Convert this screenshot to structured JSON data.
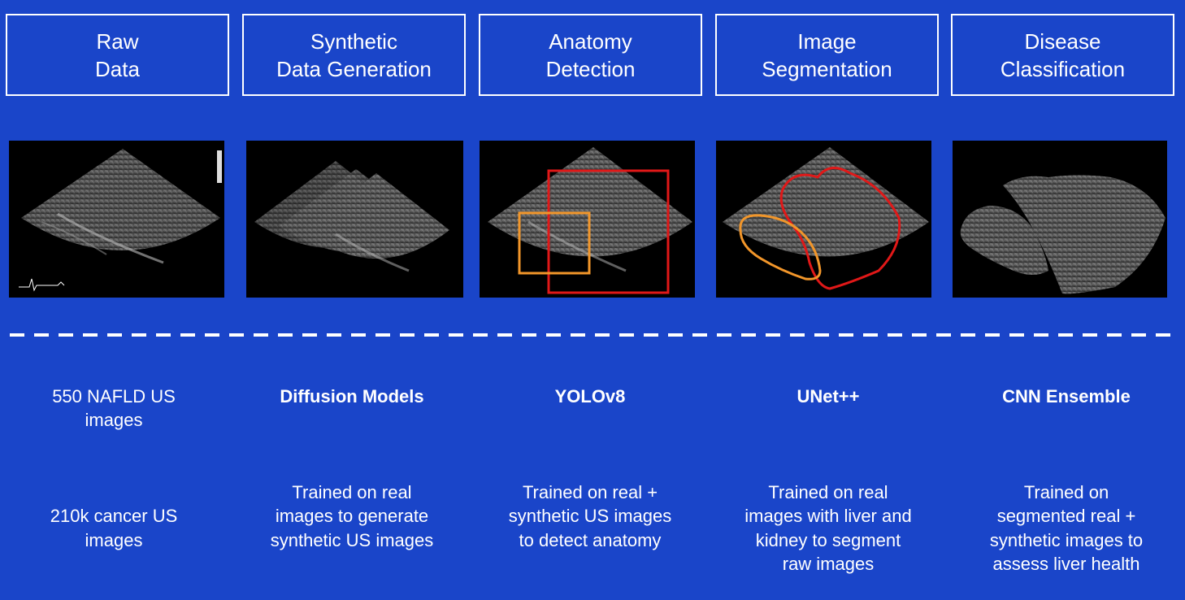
{
  "stages": [
    {
      "title": "Raw\nData"
    },
    {
      "title": "Synthetic\nData Generation"
    },
    {
      "title": "Anatomy\nDetection"
    },
    {
      "title": "Image\nSegmentation"
    },
    {
      "title": "Disease\nClassification"
    }
  ],
  "descriptions": [
    {
      "head": "",
      "line1": "550 NAFLD US\nimages",
      "line2": "210k cancer US\nimages"
    },
    {
      "head": "Diffusion Models",
      "body": "Trained on real\nimages to generate\nsynthetic US images"
    },
    {
      "head": "YOLOv8",
      "body": "Trained on real +\nsynthetic US images\nto detect anatomy"
    },
    {
      "head": "UNet++",
      "body": "Trained on real\nimages with liver and\nkidney to segment\nraw images"
    },
    {
      "head": "CNN Ensemble",
      "body": "Trained on\nsegmented real +\nsynthetic images to\nassess liver health"
    }
  ],
  "colors": {
    "background": "#1a45c9",
    "liver_outline": "#e01818",
    "kidney_outline": "#f2962a"
  }
}
